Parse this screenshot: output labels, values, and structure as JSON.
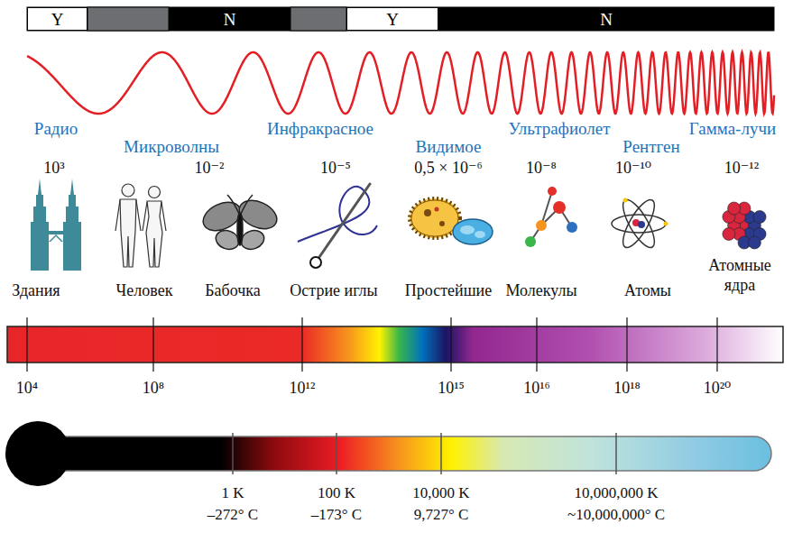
{
  "diagram": {
    "nodes": [
      {
        "text": [
          "Y"
        ]
      },
      {
        "text": [
          "N"
        ]
      },
      {
        "text": [
          "Y"
        ]
      },
      {
        "text": [
          "N"
        ]
      }
    ],
    "labels": [
      "Радио",
      "Микроволны",
      "Инфракрасное",
      "Видимое",
      "Ультрафиолет",
      "Рентген",
      "Гамма-лучи",
      "10³",
      "10⁻²",
      "10⁻⁵",
      "0,5 × 10⁻⁶",
      "10⁻⁸",
      "10⁻¹⁰",
      "10⁻¹²",
      "Здания",
      "Человек",
      "Бабочка",
      "Острие иглы",
      "Простейшие",
      "Молекулы",
      "Атомы",
      "Атомные ядра",
      "10⁴",
      "10⁸",
      "10¹²",
      "10¹⁵",
      "10¹⁶",
      "10¹⁸",
      "10²⁰",
      "1 K",
      "–272° C",
      "100 K",
      "–173° C",
      "10,000 K",
      "9,727° C",
      "10,000,000 K",
      "~10,000,000° C"
    ]
  }
}
